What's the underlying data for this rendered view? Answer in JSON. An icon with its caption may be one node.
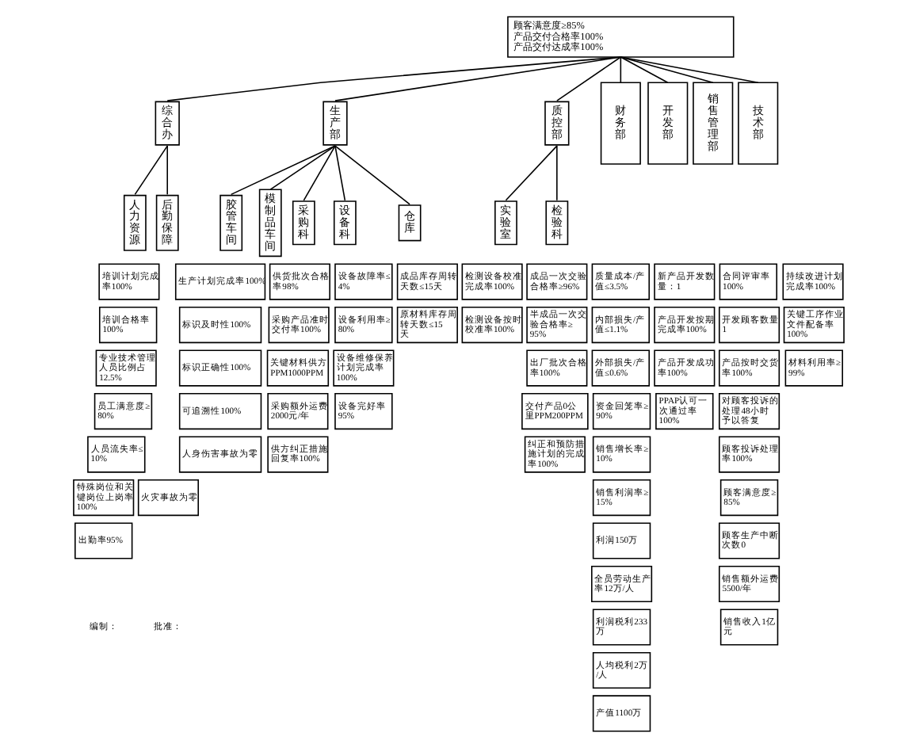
{
  "diagram": {
    "nodes": [
      {
        "text": [
          "顾客满意度≥85%",
          "产品交付合格率100%",
          "产品交付达成率100%"
        ]
      },
      {
        "text": [
          "综合办"
        ]
      },
      {
        "text": [
          "生产部"
        ]
      },
      {
        "text": [
          "质控部"
        ]
      },
      {
        "text": [
          "财务部"
        ]
      },
      {
        "text": [
          "开发部"
        ]
      },
      {
        "text": [
          "销售管理部"
        ]
      },
      {
        "text": [
          "技术部"
        ]
      },
      {
        "text": [
          "人力资源"
        ]
      },
      {
        "text": [
          "后勤保障"
        ]
      },
      {
        "text": [
          "胶管车间"
        ]
      },
      {
        "text": [
          "模制品车间"
        ]
      },
      {
        "text": [
          "采购科"
        ]
      },
      {
        "text": [
          "设备科"
        ]
      },
      {
        "text": [
          "仓库"
        ]
      },
      {
        "text": [
          "实验室"
        ]
      },
      {
        "text": [
          "检验科"
        ]
      },
      {
        "text": [
          "培训计划完成率100%"
        ]
      },
      {
        "text": [
          "培训合格率100%"
        ]
      },
      {
        "text": [
          "专业技术管理人员比例占12.5%"
        ]
      },
      {
        "text": [
          "员工满意度≥80%"
        ]
      },
      {
        "text": [
          "人员流失率≤10%"
        ]
      },
      {
        "text": [
          "特殊岗位和关键岗位上岗率100%"
        ]
      },
      {
        "text": [
          "出勤率95%"
        ]
      },
      {
        "text": [
          "火灾事故为零"
        ]
      },
      {
        "text": [
          "生产计划完成率100%"
        ]
      },
      {
        "text": [
          "标识及时性100%"
        ]
      },
      {
        "text": [
          "标识正确性100%"
        ]
      },
      {
        "text": [
          "可追溯性100%"
        ]
      },
      {
        "text": [
          "人身伤害事故为零"
        ]
      },
      {
        "text": [
          "供货批次合格率98%"
        ]
      },
      {
        "text": [
          "采购产品准时交付率100%"
        ]
      },
      {
        "text": [
          "关键材料供方PPM1000PPM"
        ]
      },
      {
        "text": [
          "采购额外运费2000元/年"
        ]
      },
      {
        "text": [
          "供方纠正措施回复率100%"
        ]
      },
      {
        "text": [
          "设备故障率≤4%"
        ]
      },
      {
        "text": [
          "设备利用率≥80%"
        ]
      },
      {
        "text": [
          "设备维修保养计划完成率100%"
        ]
      },
      {
        "text": [
          "设备完好率95%"
        ]
      },
      {
        "text": [
          "成品库存周转天数≤15天"
        ]
      },
      {
        "text": [
          "原材料库存周转天数≤15天"
        ]
      },
      {
        "text": [
          "检测设备校准完成率100%"
        ]
      },
      {
        "text": [
          "检测设备按时校准率100%"
        ]
      },
      {
        "text": [
          "成品一次交验合格率≥96%"
        ]
      },
      {
        "text": [
          "半成品一次交验合格率≥95%"
        ]
      },
      {
        "text": [
          "出厂批次合格率100%"
        ]
      },
      {
        "text": [
          "交付产品0公里PPM200PPM"
        ]
      },
      {
        "text": [
          "纠正和预防措施计划的完成率100%"
        ]
      },
      {
        "text": [
          "质量成本/产值≤3.5%"
        ]
      },
      {
        "text": [
          "内部损失/产值≤1.1%"
        ]
      },
      {
        "text": [
          "外部损失/产值≤0.6%"
        ]
      },
      {
        "text": [
          "资金回笼率≥90%"
        ]
      },
      {
        "text": [
          "销售增长率≥10%"
        ]
      },
      {
        "text": [
          "销售利润率≥15%"
        ]
      },
      {
        "text": [
          "利润150万"
        ]
      },
      {
        "text": [
          "全员劳动生产率12万/人"
        ]
      },
      {
        "text": [
          "利润税利233万"
        ]
      },
      {
        "text": [
          "人均税利2万/人"
        ]
      },
      {
        "text": [
          "产值1100万"
        ]
      },
      {
        "text": [
          "新产品开发数量：1"
        ]
      },
      {
        "text": [
          "产品开发按期完成率100%"
        ]
      },
      {
        "text": [
          "产品开发成功率100%"
        ]
      },
      {
        "text": [
          "PPAP认可一次通过率100%"
        ]
      },
      {
        "text": [
          "合同评审率100%"
        ]
      },
      {
        "text": [
          "开发顾客数量1"
        ]
      },
      {
        "text": [
          "产品按时交货率100%"
        ]
      },
      {
        "text": [
          "对顾客投诉的处理48小时予以答复"
        ]
      },
      {
        "text": [
          "顾客投诉处理率100%"
        ]
      },
      {
        "text": [
          "顾客满意度≥85%"
        ]
      },
      {
        "text": [
          "顾客生产中断次数0"
        ]
      },
      {
        "text": [
          "销售额外运费5500/年"
        ]
      },
      {
        "text": [
          "销售收入1亿元"
        ]
      },
      {
        "text": [
          "持续改进计划完成率100%"
        ]
      },
      {
        "text": [
          "关键工序作业文件配备率100%"
        ]
      },
      {
        "text": [
          "材料利用率≥99%"
        ]
      }
    ],
    "edges": [
      {
        "from": 0,
        "to": 1,
        "arrow": "none"
      },
      {
        "from": 0,
        "to": 2,
        "arrow": "none"
      },
      {
        "from": 0,
        "to": 3,
        "arrow": "none"
      },
      {
        "from": 0,
        "to": 4,
        "arrow": "none"
      },
      {
        "from": 0,
        "to": 5,
        "arrow": "none"
      },
      {
        "from": 0,
        "to": 6,
        "arrow": "none"
      },
      {
        "from": 0,
        "to": 7,
        "arrow": "none"
      },
      {
        "from": 1,
        "to": 8,
        "arrow": "none"
      },
      {
        "from": 1,
        "to": 9,
        "arrow": "none"
      },
      {
        "from": 2,
        "to": 10,
        "arrow": "none"
      },
      {
        "from": 2,
        "to": 11,
        "arrow": "none"
      },
      {
        "from": 2,
        "to": 12,
        "arrow": "none"
      },
      {
        "from": 2,
        "to": 13,
        "arrow": "none"
      },
      {
        "from": 2,
        "to": 14,
        "arrow": "none"
      },
      {
        "from": 3,
        "to": 15,
        "arrow": "none"
      },
      {
        "from": 3,
        "to": 16,
        "arrow": "none"
      }
    ],
    "labels": [
      "编制：",
      "批准："
    ]
  }
}
